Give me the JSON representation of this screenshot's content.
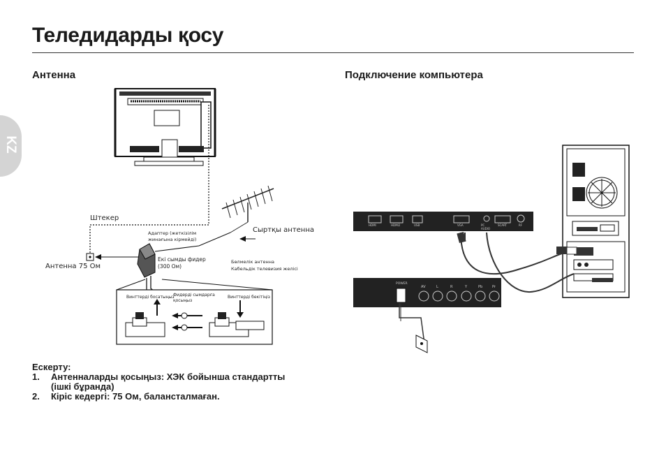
{
  "page": {
    "title": "Теледидарды қосу",
    "lang_tab": "KZ"
  },
  "antenna_section": {
    "heading": "Антенна",
    "labels": {
      "plug": "Штекер",
      "antenna_75": "Антенна 75 Ом",
      "outdoor_antenna": "Сыртқы антенна",
      "adapter_line1": "Адаптер (жеткізілім",
      "adapter_line2": "жинағына кірмейді)",
      "twin_feeder_line1": "Екі сымды фидер",
      "twin_feeder_line2": "(300 Ом)",
      "split_antenna": "Бөлмелік антенна",
      "cable_tv": "Кабельдік телевизия желісі",
      "loosen_screws": "Винттерді босатыңыз",
      "connect_feeder_line1": "Фидерді сымдарға",
      "connect_feeder_line2": "қосыңыз",
      "tighten_screws": "Винттерді бекітіңіз"
    }
  },
  "computer_section": {
    "heading": "Подключение компьютера",
    "top_panel_ports": [
      "HDMI",
      "HDMI2",
      "USB",
      "VGA",
      "PC AUDIO",
      "SCART",
      "RF"
    ],
    "bottom_panel_label": "POWER",
    "bottom_panel_ports": [
      "AV",
      "L",
      "R",
      "Y",
      "Pb",
      "Pr"
    ]
  },
  "notes": {
    "heading": "Ескерту:",
    "items": [
      {
        "num": "1.",
        "text_line1": "Антенналарды қосыңыз: ХЭК бойынша стандартты",
        "text_line2": "(ішкі бұранда)"
      },
      {
        "num": "2.",
        "text_line1": "Кіріс кедергі: 75 Ом, балансталмаған.",
        "text_line2": ""
      }
    ]
  }
}
